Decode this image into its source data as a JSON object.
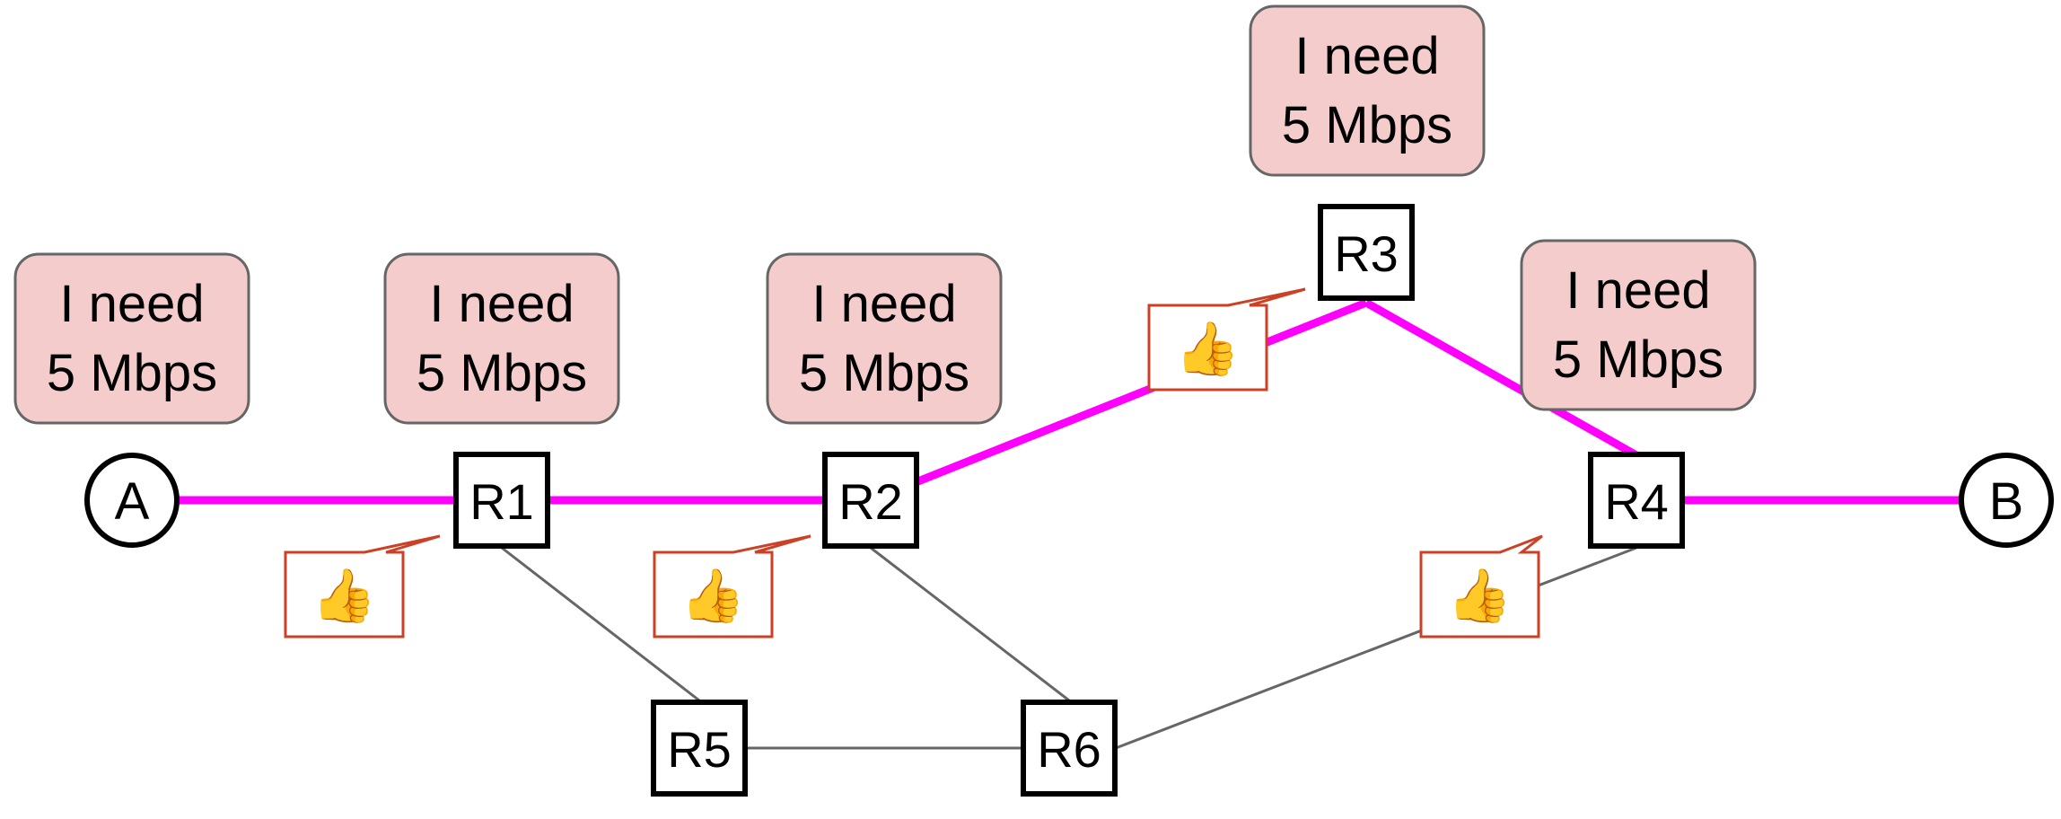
{
  "colors": {
    "path": "#ff00ff",
    "link": "#666666",
    "callout_fill": "#f4cccc",
    "callout_stroke": "#666666",
    "ack_stroke": "#cc4125",
    "node_stroke": "#000000"
  },
  "hosts": [
    {
      "id": "A",
      "label": "A"
    },
    {
      "id": "B",
      "label": "B"
    }
  ],
  "routers": [
    {
      "id": "R1",
      "label": "R1"
    },
    {
      "id": "R2",
      "label": "R2"
    },
    {
      "id": "R3",
      "label": "R3"
    },
    {
      "id": "R4",
      "label": "R4"
    },
    {
      "id": "R5",
      "label": "R5"
    },
    {
      "id": "R6",
      "label": "R6"
    }
  ],
  "reserved_path": [
    "A",
    "R1",
    "R2",
    "R3",
    "R4",
    "B"
  ],
  "other_links": [
    [
      "R1",
      "R5"
    ],
    [
      "R5",
      "R6"
    ],
    [
      "R2",
      "R6"
    ],
    [
      "R6",
      "R4"
    ]
  ],
  "requests": [
    {
      "at": "A",
      "line1": "I need",
      "line2": "5 Mbps"
    },
    {
      "at": "R1",
      "line1": "I need",
      "line2": "5 Mbps"
    },
    {
      "at": "R2",
      "line1": "I need",
      "line2": "5 Mbps"
    },
    {
      "at": "R3",
      "line1": "I need",
      "line2": "5 Mbps"
    },
    {
      "at": "R4",
      "line1": "I need",
      "line2": "5 Mbps"
    }
  ],
  "acks": [
    {
      "at": "R1",
      "icon": "thumbs-up-icon",
      "glyph": "👍"
    },
    {
      "at": "R2",
      "icon": "thumbs-up-icon",
      "glyph": "👍"
    },
    {
      "at": "R3",
      "icon": "thumbs-up-icon",
      "glyph": "👍"
    },
    {
      "at": "R4",
      "icon": "thumbs-up-icon",
      "glyph": "👍"
    }
  ]
}
